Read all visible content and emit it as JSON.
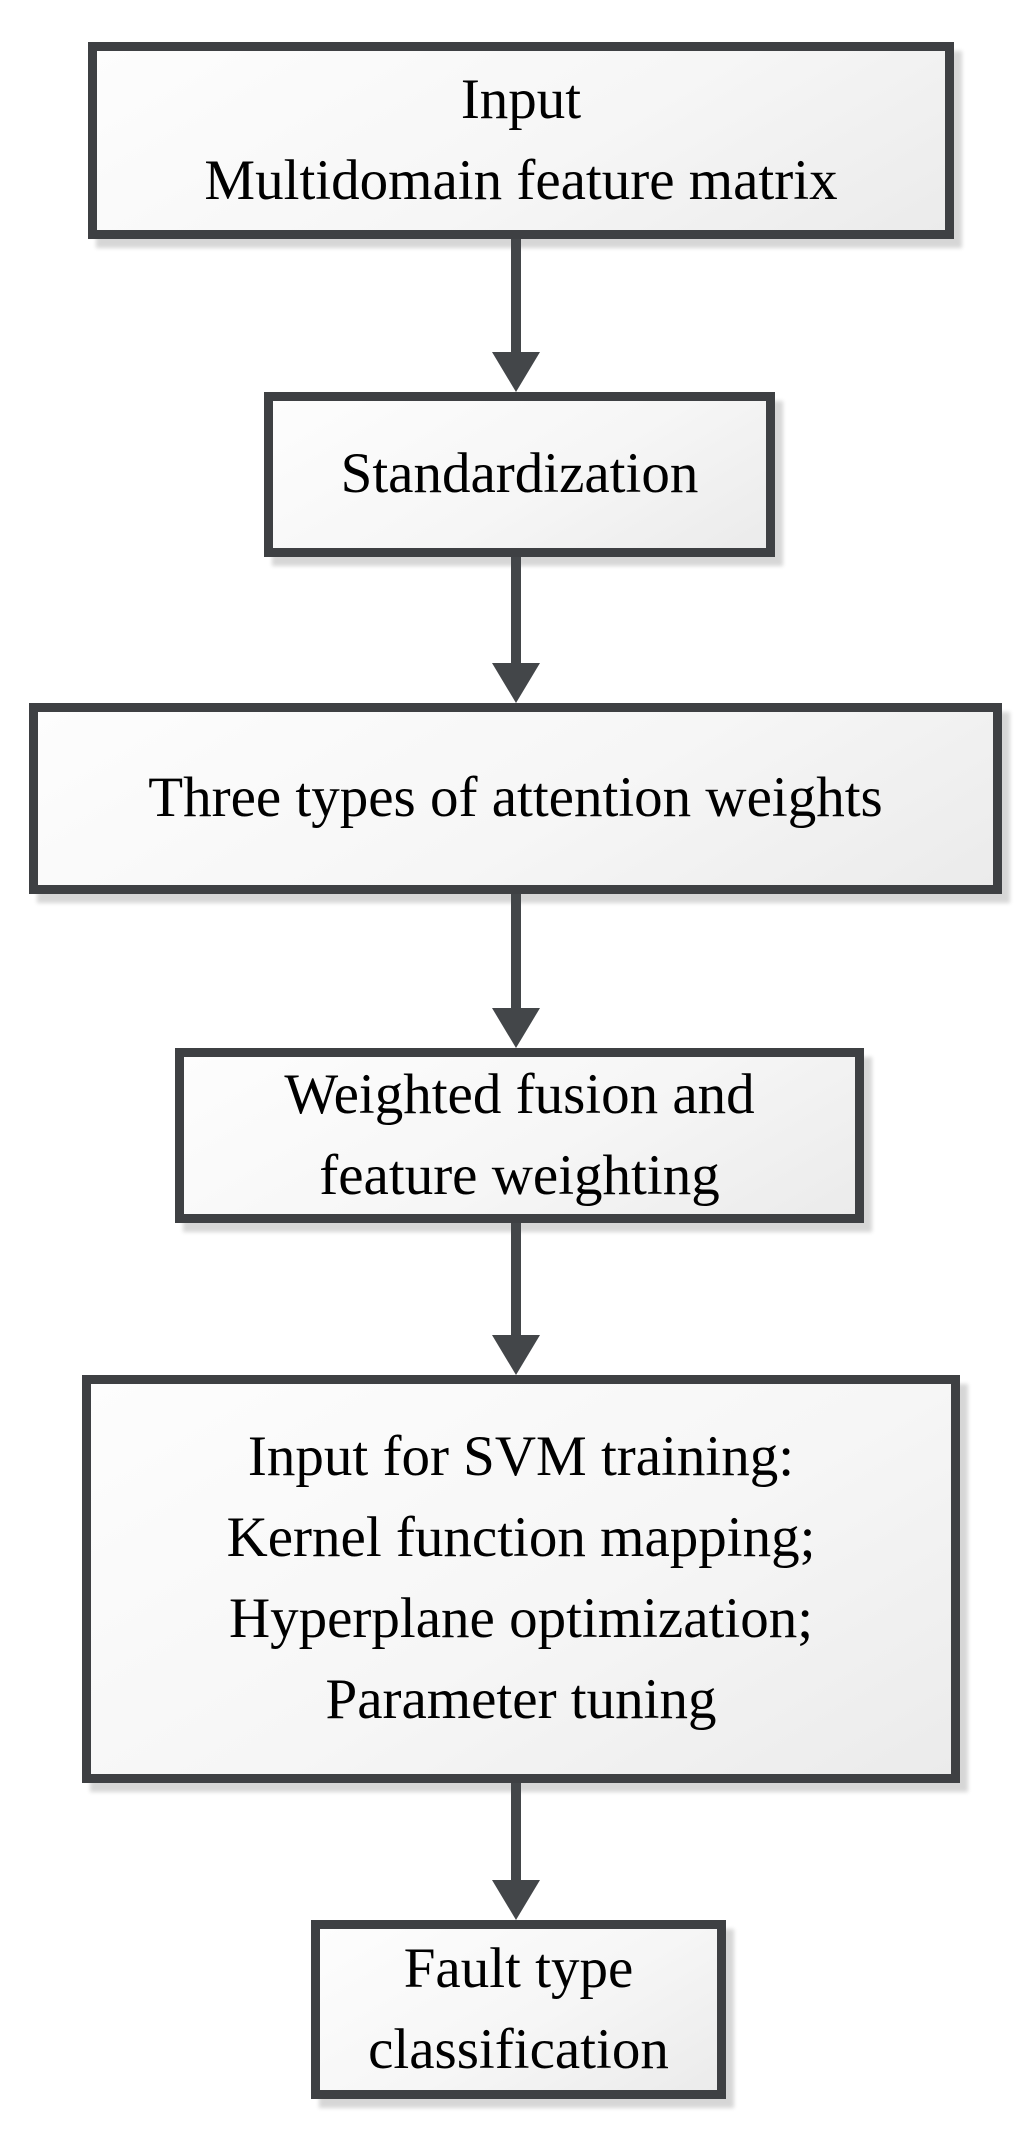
{
  "flowchart": {
    "nodes": [
      {
        "id": "input-matrix",
        "lines": [
          "Input",
          "Multidomain feature matrix"
        ]
      },
      {
        "id": "standardization",
        "lines": [
          "Standardization"
        ]
      },
      {
        "id": "attention-weights",
        "lines": [
          "Three types of attention weights"
        ]
      },
      {
        "id": "weighted-fusion",
        "lines": [
          "Weighted fusion and",
          "feature weighting"
        ]
      },
      {
        "id": "svm-training",
        "lines": [
          "Input for SVM training:",
          "Kernel function mapping;",
          "Hyperplane optimization;",
          "Parameter tuning"
        ]
      },
      {
        "id": "fault-classification",
        "lines": [
          "Fault type",
          "classification"
        ]
      }
    ],
    "colors": {
      "border": "#3e4043",
      "arrow": "#434649",
      "fill_top": "#fdfdfd",
      "fill_bottom": "#ebebeb",
      "text": "#000000",
      "page_bg": "#ffffff"
    }
  }
}
